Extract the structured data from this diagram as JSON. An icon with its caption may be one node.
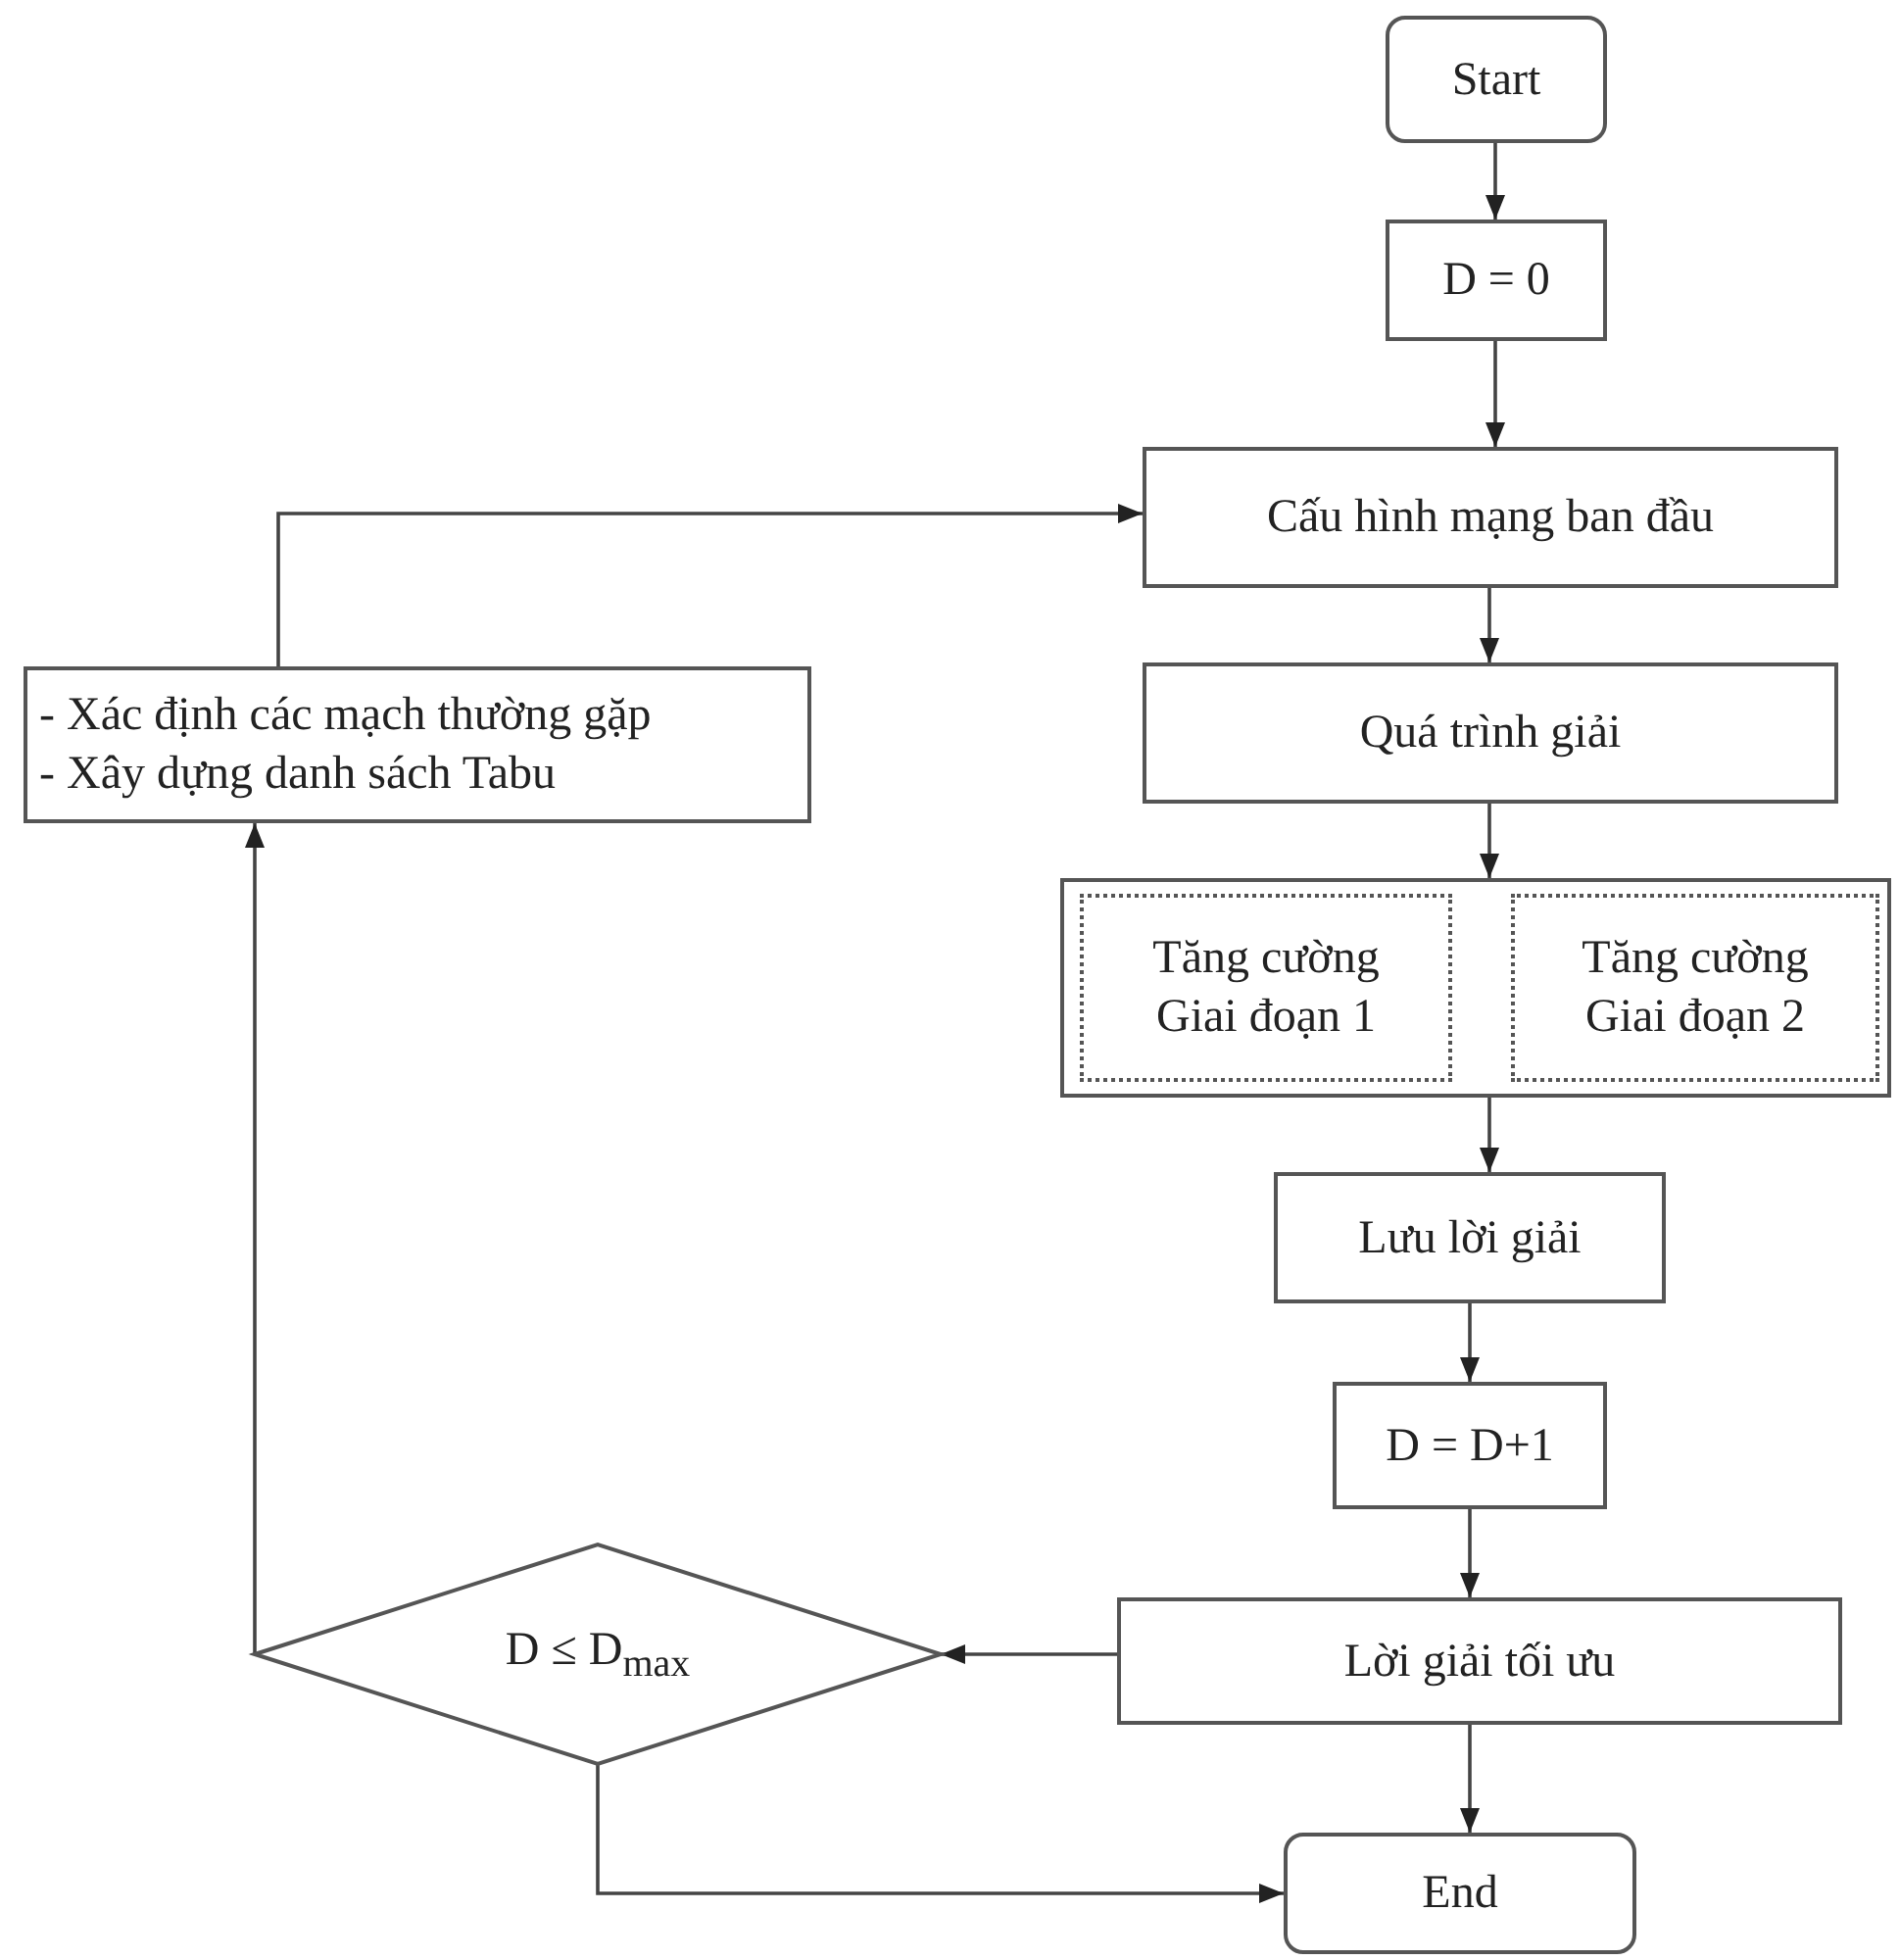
{
  "diagram": {
    "nodes": [
      {
        "text": [
          "Start"
        ]
      },
      {
        "text": [
          "D = 0"
        ]
      },
      {
        "text": [
          "Cấu hình mạng ban đầu"
        ]
      },
      {
        "text": [
          "- Xác định các mạch thường gặp",
          "- Xây dựng danh sách Tabu"
        ]
      },
      {
        "text": [
          "Quá trình giải"
        ]
      },
      {
        "text": [],
        "shape": "box"
      },
      {
        "text": [
          "Tăng cường Giai đoạn 1"
        ],
        "in": 5
      },
      {
        "text": [
          "Tăng cường Giai đoạn 2"
        ],
        "in": 5
      },
      {
        "text": [
          "Lưu lời giải"
        ]
      },
      {
        "text": [
          "D = D+1"
        ]
      },
      {
        "text": [
          "Lời giải tối ưu"
        ]
      },
      {
        "text": [
          "D ≤ D$_{max}$"
        ]
      },
      {
        "text": [
          "End"
        ]
      }
    ],
    "edges": [
      {
        "from": 0,
        "to": 1,
        "arrow": "to"
      },
      {
        "from": 1,
        "to": 2,
        "arrow": "to"
      },
      {
        "from": 3,
        "to": 2,
        "arrow": "to"
      },
      {
        "from": 2,
        "to": 4,
        "arrow": "to"
      },
      {
        "from": 4,
        "to": 5,
        "arrow": "to"
      },
      {
        "from": 5,
        "to": 8,
        "arrow": "to"
      },
      {
        "from": 8,
        "to": 9,
        "arrow": "to"
      },
      {
        "from": 9,
        "to": 10,
        "arrow": "to"
      },
      {
        "from": 10,
        "to": 11,
        "arrow": "to"
      },
      {
        "from": 11,
        "to": 3,
        "arrow": "to"
      },
      {
        "from": 10,
        "to": 12,
        "arrow": "to"
      },
      {
        "from": 11,
        "to": 12,
        "arrow": "to"
      }
    ]
  }
}
